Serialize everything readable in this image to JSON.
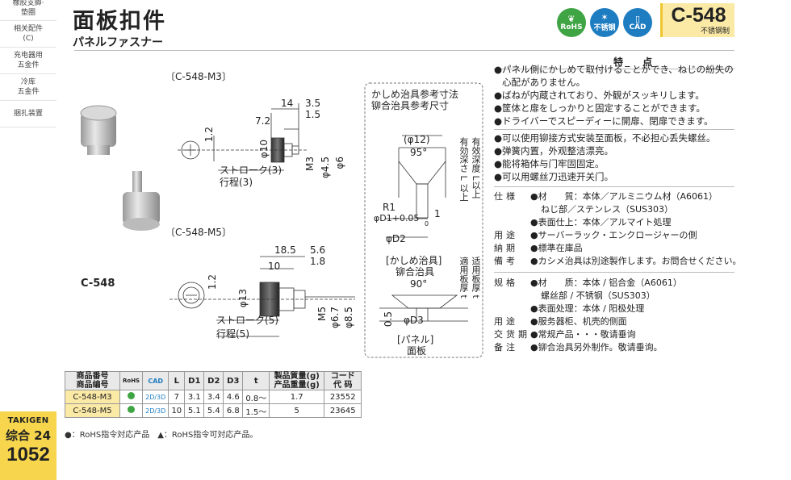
{
  "sidebar": {
    "items": [
      {
        "lines": [
          "橡胶支脚·",
          "垫圈"
        ]
      },
      {
        "lines": [
          "相关配件",
          "(C)"
        ]
      },
      {
        "lines": [
          "充电器用",
          "五金件"
        ]
      },
      {
        "lines": [
          "冷库",
          "五金件"
        ]
      },
      {
        "lines": [
          "捆扎装置"
        ]
      }
    ],
    "brand": "TAKIGEN",
    "category": "综合 24",
    "page_number": "1052"
  },
  "header": {
    "title": "面板扣件",
    "subtitle": "パネルファスナー",
    "icon_rohs": "RoHS",
    "icon_stainless": "不锈钢",
    "icon_cad": "CAD",
    "code": "C-548",
    "material": "不锈钢制"
  },
  "features": {
    "heading": "特 点",
    "jp": [
      "●パネル側にかしめて取付けることができ、ねじの紛失の心配がありません。",
      "●ばねが内蔵されており、外観がスッキリします。",
      "●筐体と扉をしっかりと固定することができます。",
      "●ドライバーでスピーディーに開扉、閉扉できます。"
    ],
    "cn": [
      "●可以使用铆接方式安装至面板，不必担心丢失螺丝。",
      "●弹簧内置，外观整洁漂亮。",
      "●能将箱体与门牢固固定。",
      "●可以用螺丝刀迅速开关门。"
    ]
  },
  "spec_jp": [
    {
      "k": "仕様",
      "v": "●材　　質：本体／アルミニウム材（A6061）"
    },
    {
      "k": "",
      "v": "ねじ部／ステンレス（SUS303）",
      "indent": true
    },
    {
      "k": "",
      "v": "●表面仕上：本体／アルマイト処理"
    },
    {
      "k": "用途",
      "v": "●サーバーラック・エンクロージャーの側"
    },
    {
      "k": "納期",
      "v": "●標準在庫品"
    },
    {
      "k": "備考",
      "v": "●カシメ治具は別途製作します。お問合せください。"
    }
  ],
  "spec_cn": [
    {
      "k": "规格",
      "v": "●材　　质：本体 / 铝合金（A6061）"
    },
    {
      "k": "",
      "v": "螺丝部 / 不锈钢（SUS303）",
      "indent": true
    },
    {
      "k": "",
      "v": "●表面处理：本体 / 阳极处理"
    },
    {
      "k": "用途",
      "v": "●服务器柜、机壳的侧面"
    },
    {
      "k": "交货期",
      "v": "●常规产品・・・敬请垂询"
    },
    {
      "k": "备注",
      "v": "●铆合治具另外制作。敬请垂询。"
    }
  ],
  "drawings": {
    "m3_label": "〔C-548-M3〕",
    "m5_label": "〔C-548-M5〕",
    "product_name": "C-548",
    "m3_dims": {
      "d14": "14",
      "d35": "3.5",
      "d72": "7.2",
      "d15": "1.5",
      "d12": "1.2",
      "phi10": "φ10",
      "m3": "M3",
      "phi45": "φ4.5",
      "phi6": "φ6",
      "stroke": "ストローク(3)",
      "travel": "行程(3)"
    },
    "m5_dims": {
      "d185": "18.5",
      "d56": "5.6",
      "d10": "10",
      "d18": "1.8",
      "d12": "1.2",
      "phi13": "φ13",
      "m5": "M5",
      "phi67": "φ6.7",
      "phi85": "φ8.5",
      "stroke": "ストローク(5)",
      "travel": "行程(5)"
    },
    "tool": {
      "title_jp": "かしめ治具参考寸法",
      "title_cn": "铆合治具参考尺寸",
      "phi12": "(φ12)",
      "angle95": "95°",
      "depth_jp": "有効深さ L 以上",
      "depth_cn": "有效深度 L以上",
      "r1": "R1",
      "d1": "φD1+0.05",
      "d1_tol": "0",
      "d2": "φD2",
      "one": "1",
      "tool_jp": "[かしめ治具]",
      "tool_cn": "铆合治具",
      "plate_jp": "適用板厚 t",
      "plate_cn": "适用板厚 t",
      "angle90": "90°",
      "d05": "0.5",
      "d3": "φD3",
      "panel_jp": "[パネル]",
      "panel_cn": "面板"
    }
  },
  "table": {
    "headers": [
      "商品番号\n商品编号",
      "RoHS",
      "CAD",
      "L",
      "D1",
      "D2",
      "D3",
      "t",
      "製品質量(g)\n产品重量(g)",
      "コード\n代 码"
    ],
    "rows": [
      [
        "C-548-M3",
        "●",
        "2D/3D",
        "7",
        "3.1",
        "3.4",
        "4.6",
        "0.8〜",
        "1.7",
        "23552"
      ],
      [
        "C-548-M5",
        "●",
        "2D/3D",
        "10",
        "5.1",
        "5.4",
        "6.8",
        "1.5〜",
        "5",
        "23645"
      ]
    ]
  },
  "note": "●：RoHS指令対応产品　▲：RoHS指令可対応产品。"
}
